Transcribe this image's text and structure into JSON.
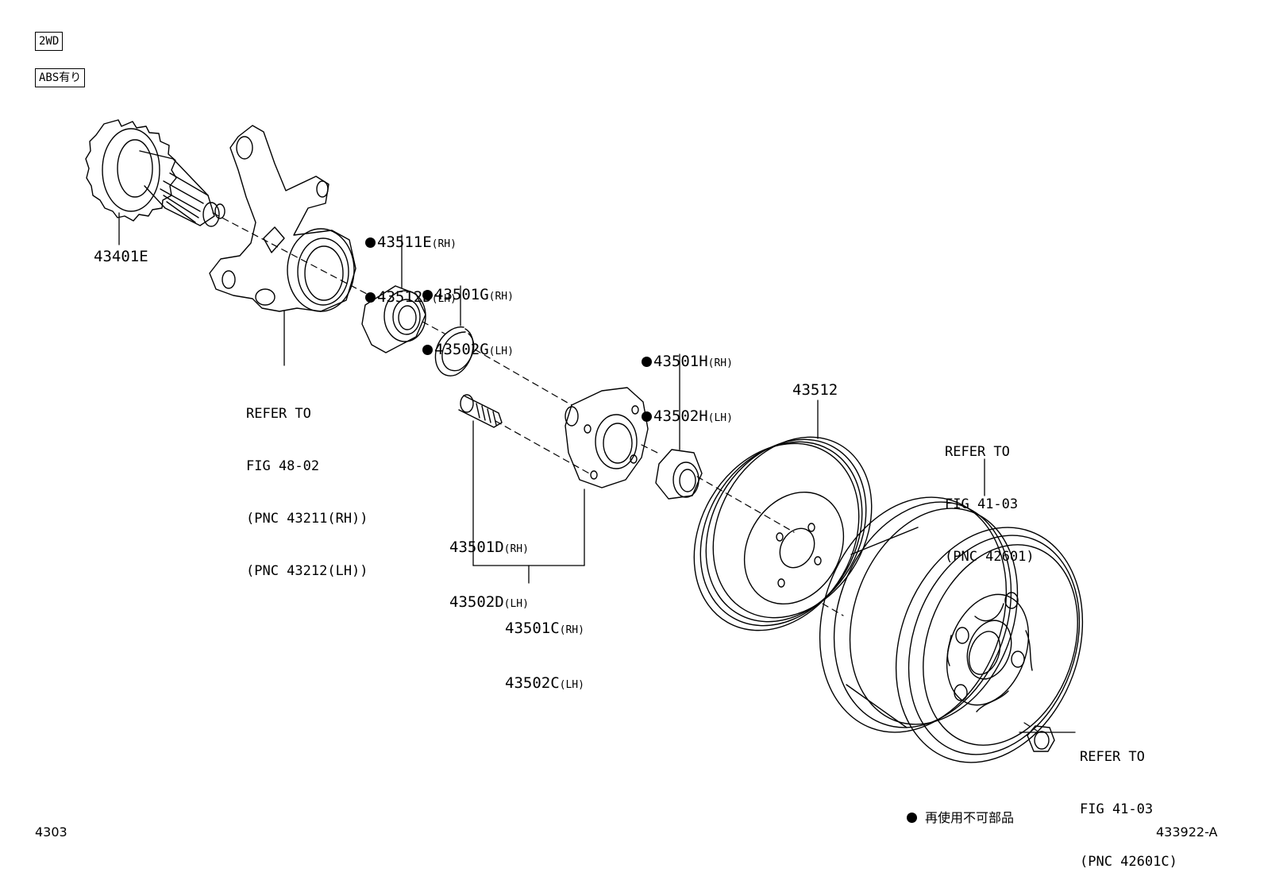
{
  "conditions": {
    "drive": "2WD",
    "abs": "ABS有り"
  },
  "parts": {
    "shaft": "43401E",
    "bearing": {
      "rh": "43511E",
      "rh_side": "(RH)",
      "lh": "43512D",
      "lh_side": "(LH)"
    },
    "snap_ring": {
      "rh": "43501G",
      "rh_side": "(RH)",
      "lh": "43502G",
      "lh_side": "(LH)"
    },
    "nut": {
      "rh": "43501H",
      "rh_side": "(RH)",
      "lh": "43502H",
      "lh_side": "(LH)"
    },
    "hub_bolt": {
      "rh": "43501D",
      "rh_side": "(RH)",
      "lh": "43502D",
      "lh_side": "(LH)"
    },
    "hub": {
      "rh": "43501C",
      "rh_side": "(RH)",
      "lh": "43502C",
      "lh_side": "(LH)"
    },
    "disc": "43512"
  },
  "references": {
    "knuckle": [
      "REFER TO",
      "FIG 48-02",
      "(PNC 43211(RH))",
      "(PNC 43212(LH))"
    ],
    "wheel": [
      "REFER TO",
      "FIG 41-03",
      "(PNC 42601)"
    ],
    "wheel_nut": [
      "REFER TO",
      "FIG 41-03",
      "(PNC 42601C)"
    ]
  },
  "legend": {
    "text": "再使用不可部品"
  },
  "footer": {
    "page": "4303",
    "figure": "433922-A"
  }
}
